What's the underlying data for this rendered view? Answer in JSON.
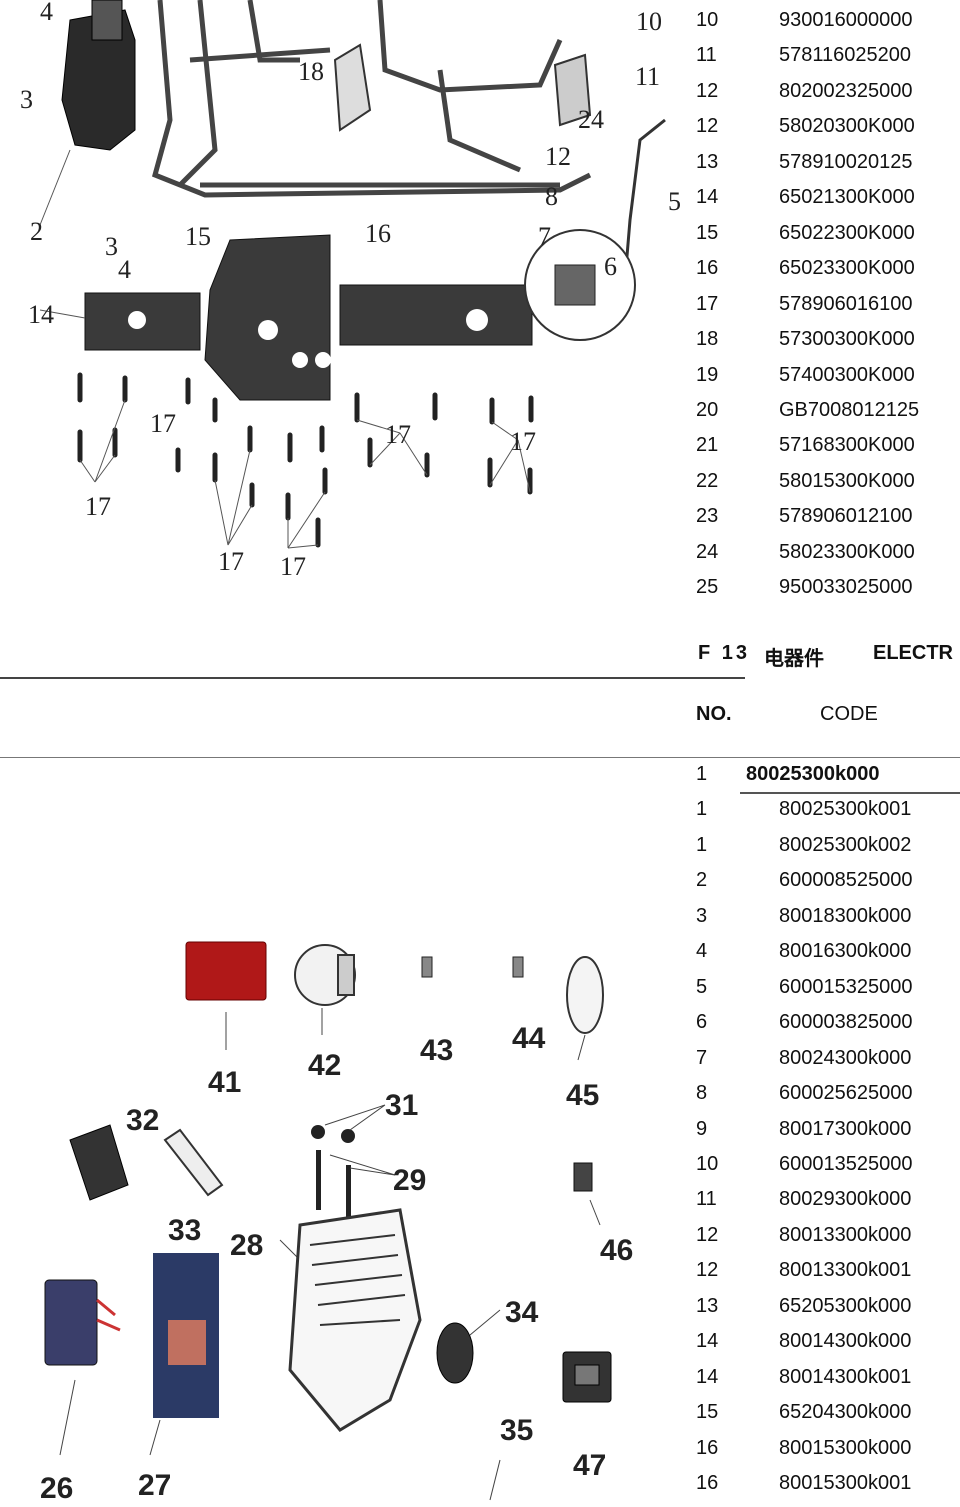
{
  "top_table": {
    "rows": [
      {
        "no": "10",
        "code": "930016000000"
      },
      {
        "no": "11",
        "code": "578116025200"
      },
      {
        "no": "12",
        "code": "802002325000"
      },
      {
        "no": "12",
        "code": "58020300K000"
      },
      {
        "no": "13",
        "code": "578910020125"
      },
      {
        "no": "14",
        "code": "65021300K000"
      },
      {
        "no": "15",
        "code": "65022300K000"
      },
      {
        "no": "16",
        "code": "65023300K000"
      },
      {
        "no": "17",
        "code": "578906016100"
      },
      {
        "no": "18",
        "code": "57300300K000"
      },
      {
        "no": "19",
        "code": "57400300K000"
      },
      {
        "no": "20",
        "code": "GB7008012125"
      },
      {
        "no": "21",
        "code": "57168300K000"
      },
      {
        "no": "22",
        "code": "58015300K000"
      },
      {
        "no": "23",
        "code": "578906012100"
      },
      {
        "no": "24",
        "code": "58023300K000"
      },
      {
        "no": "25",
        "code": "950033025000"
      }
    ]
  },
  "section": {
    "code": "F 13",
    "title_cn": "电器件",
    "title_en": "ELECTR"
  },
  "column_headers": {
    "no": "NO.",
    "code": "CODE"
  },
  "electric_table": {
    "rows": [
      {
        "no": "1",
        "code": "80025300k000"
      },
      {
        "no": "1",
        "code": "80025300k001"
      },
      {
        "no": "1",
        "code": "80025300k002"
      },
      {
        "no": "2",
        "code": "600008525000"
      },
      {
        "no": "3",
        "code": "80018300k000"
      },
      {
        "no": "4",
        "code": "80016300k000"
      },
      {
        "no": "5",
        "code": "600015325000"
      },
      {
        "no": "6",
        "code": "600003825000"
      },
      {
        "no": "7",
        "code": "80024300k000"
      },
      {
        "no": "8",
        "code": "600025625000"
      },
      {
        "no": "9",
        "code": "80017300k000"
      },
      {
        "no": "10",
        "code": "600013525000"
      },
      {
        "no": "11",
        "code": "80029300k000"
      },
      {
        "no": "12",
        "code": "80013300k000"
      },
      {
        "no": "12",
        "code": "80013300k001"
      },
      {
        "no": "13",
        "code": "65205300k000"
      },
      {
        "no": "14",
        "code": "80014300k000"
      },
      {
        "no": "14",
        "code": "80014300k001"
      },
      {
        "no": "15",
        "code": "65204300k000"
      },
      {
        "no": "16",
        "code": "80015300k000"
      },
      {
        "no": "16",
        "code": "80015300k001"
      }
    ]
  },
  "frame_diagram": {
    "callouts": [
      "10",
      "4",
      "3",
      "18",
      "11",
      "24",
      "12",
      "5",
      "8",
      "2",
      "3",
      "4",
      "15",
      "16",
      "7",
      "6",
      "14",
      "17",
      "17",
      "17",
      "17",
      "17",
      "17"
    ]
  },
  "electric_diagram": {
    "callouts": [
      "41",
      "42",
      "43",
      "44",
      "45",
      "31",
      "32",
      "29",
      "33",
      "28",
      "46",
      "34",
      "26",
      "27",
      "35",
      "47"
    ]
  }
}
